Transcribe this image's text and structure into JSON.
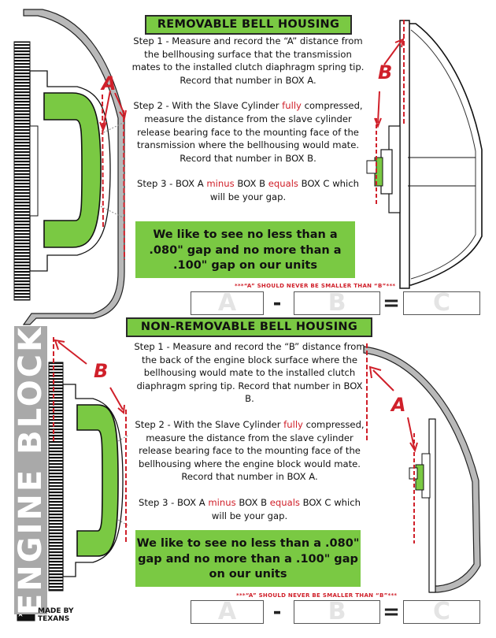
{
  "top": {
    "title": "REMOVABLE BELL HOUSING",
    "step1": "Step 1 - Measure and record the “A” distance from the bellhousing surface that the transmission mates to the installed clutch diaphragm spring tip. Record that number in BOX A.",
    "step2_a": "Step 2 - With the Slave Cylinder ",
    "step2_fully": "fully",
    "step2_b": " compressed, measure the distance from the slave cylinder release bearing face to the mounting face of the transmission where the bellhousing would mate. Record that number in BOX B.",
    "step3_a": "Step 3 - BOX A ",
    "step3_minus": "minus",
    "step3_b": " BOX B ",
    "step3_equals": "equals",
    "step3_c": " BOX C which will be your gap.",
    "callout": "We like to see no less than a .080\" gap and no more than a .100\" gap on our units",
    "warning": "***“A” SHOULD NEVER BE SMALLER THAN “B”***",
    "box_a": "A",
    "box_b": "B",
    "box_c": "C",
    "op_minus": "-",
    "op_equals": "=",
    "label_a": "A",
    "label_b": "B"
  },
  "bottom": {
    "title": "NON-REMOVABLE BELL HOUSING",
    "step1": "Step 1 - Measure and record the “B” distance from the back of the engine block surface where the bellhousing would mate to the installed clutch diaphragm spring tip. Record that number in BOX B.",
    "step2_a": "Step 2 - With the Slave Cylinder ",
    "step2_fully": "fully",
    "step2_b": " compressed, measure the distance from the slave cylinder release bearing face to the mounting face of the bellhousing where the engine block would mate. Record that number in BOX A.",
    "step3_a": "Step 3 - BOX A ",
    "step3_minus": "minus",
    "step3_b": " BOX B ",
    "step3_equals": "equals",
    "step3_c": " BOX C which will be your gap.",
    "callout": "We like to see no less than a .080\" gap and no more than a .100\" gap on our units",
    "warning": "***“A” SHOULD NEVER BE SMALLER THAN “B”***",
    "box_a": "A",
    "box_b": "B",
    "box_c": "C",
    "op_minus": "-",
    "op_equals": "=",
    "label_a": "A",
    "label_b": "B",
    "engine_label": "ENGINE BLOCK"
  },
  "footer": {
    "made_line1": "MADE BY",
    "made_line2": "TEXANS",
    "flag_icon": "texas-flag-icon"
  },
  "colors": {
    "green": "#7ac943",
    "red": "#d0202a",
    "gray": "#a9a9a9"
  }
}
